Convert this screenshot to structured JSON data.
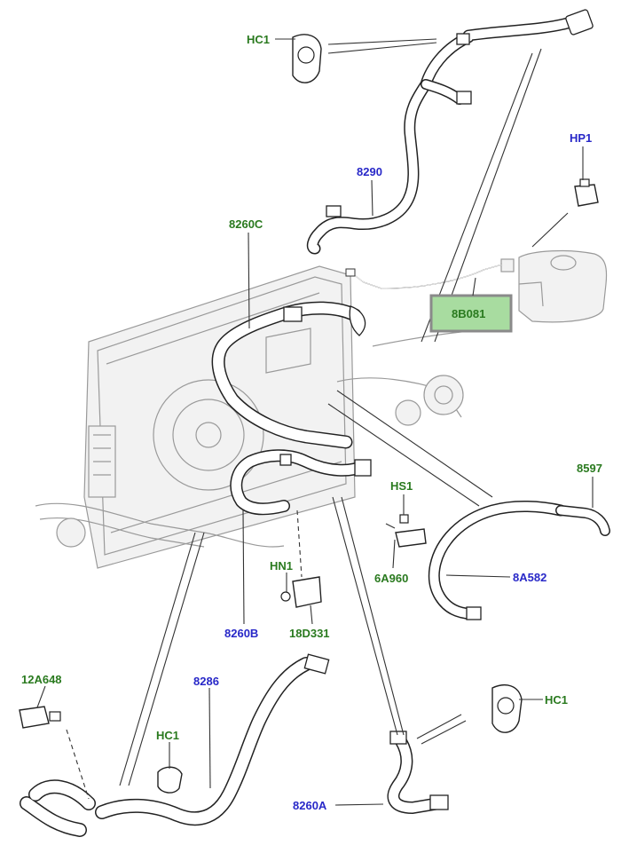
{
  "colors": {
    "green_label": "#2a7a1f",
    "blue_label": "#2828c8",
    "highlight_fill": "#a8dca0",
    "highlight_border": "#8a8a8a"
  },
  "labels": {
    "hc1_top": "HC1",
    "hp1": "HP1",
    "p8290": "8290",
    "p8260c": "8260C",
    "p8b081": "8B081",
    "p8597": "8597",
    "hs1": "HS1",
    "p8a582": "8A582",
    "p6a960": "6A960",
    "hn1": "HN1",
    "p8260b": "8260B",
    "p18d331": "18D331",
    "p12a648": "12A648",
    "p8286": "8286",
    "hc1_mid": "HC1",
    "hc1_right": "HC1",
    "p8260a": "8260A"
  }
}
